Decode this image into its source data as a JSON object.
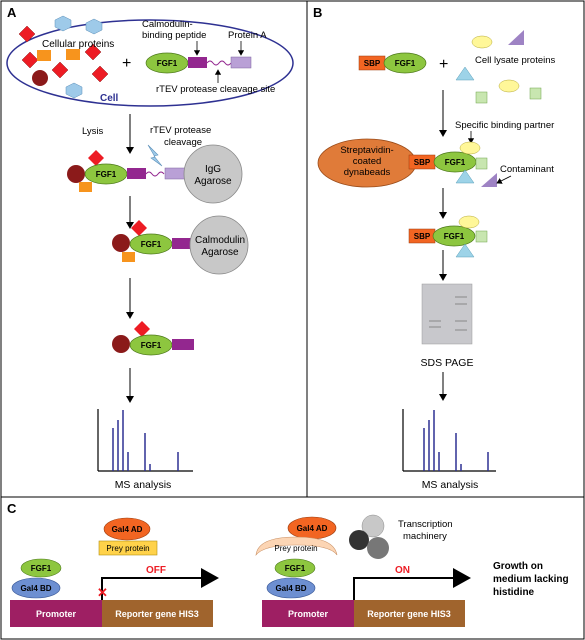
{
  "panels": {
    "a": {
      "letter": "A",
      "cell_label": "Cell",
      "cellular_proteins": "Cellular proteins",
      "plus": "+",
      "calmodulin_peptide_line1": "Calmodulin-",
      "calmodulin_peptide_line2": "binding peptide",
      "protein_a": "Protein A",
      "rtev_site": "rTEV protease cleavage site",
      "fgf1": "FGF1",
      "lysis": "Lysis",
      "rtev_line1": "rTEV protease",
      "rtev_line2": "cleavage",
      "igg_line1": "IgG",
      "igg_line2": "Agarose",
      "calm_line1": "Calmodulin",
      "calm_line2": "Agarose",
      "ms_analysis": "MS analysis"
    },
    "b": {
      "letter": "B",
      "sbp": "SBP",
      "fgf1": "FGF1",
      "plus": "+",
      "cell_lysate": "Cell lysate proteins",
      "specific_partner": "Specific binding partner",
      "strep_line1": "Streptavidin-",
      "strep_line2": "coated",
      "strep_line3": "dynabeads",
      "contaminant": "Contaminant",
      "sds_page": "SDS PAGE",
      "ms_analysis": "MS analysis"
    },
    "c": {
      "letter": "C",
      "gal4_ad": "Gal4 AD",
      "prey_protein": "Prey protein",
      "fgf1": "FGF1",
      "gal4_bd": "Gal4 BD",
      "off": "OFF",
      "on": "ON",
      "promoter": "Promoter",
      "reporter": "Reporter gene HIS3",
      "transcription_line1": "Transcription",
      "transcription_line2": "machinery",
      "growth_line1": "Growth on",
      "growth_line2": "medium lacking",
      "growth_line3": "histidine"
    }
  },
  "colors": {
    "fgf1": "#8dc63f",
    "sbp": "#f26522",
    "tag_purple": "#93278f",
    "protein_a": "#b9a0d6",
    "agarose": "#c8c8c8",
    "red_protein": "#ed1c24",
    "dark_red": "#8b1a1a",
    "orange_protein": "#f7941d",
    "blue_protein": "#9ecae9",
    "cell_outline": "#2e3192",
    "dynabeads": "#e07b39",
    "promoter": "#9e1f63",
    "reporter": "#a0642d",
    "gal4": "#6d8fd1",
    "prey": "#ffd24a",
    "ms_peak": "#2e3192"
  }
}
